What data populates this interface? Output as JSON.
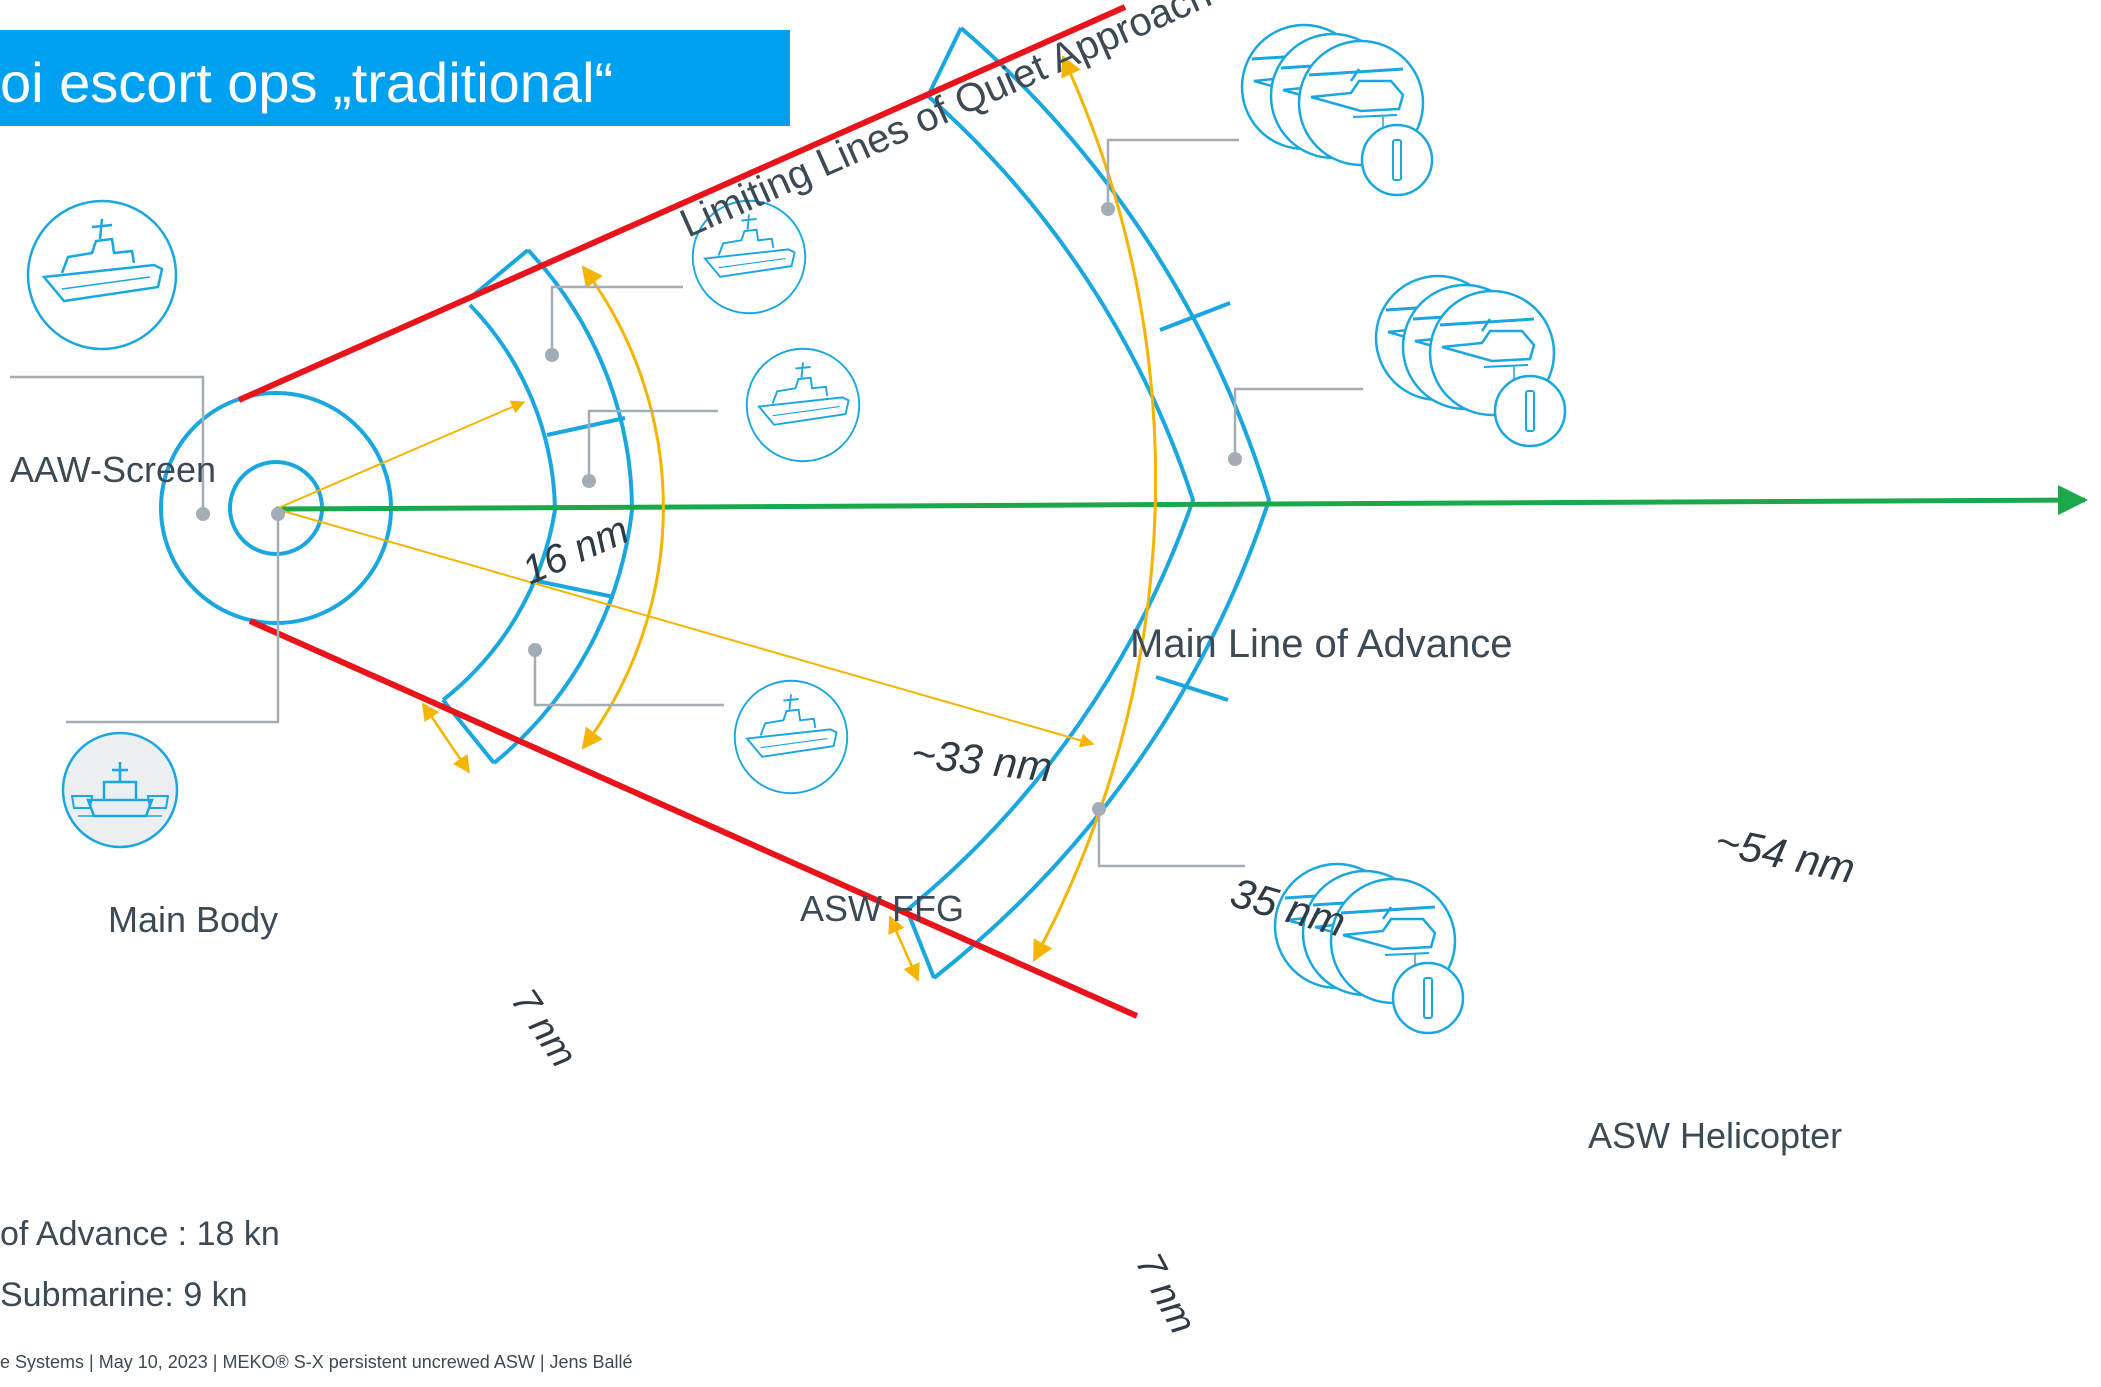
{
  "title": "oi escort ops „traditional“",
  "labels": {
    "limiting_lines": "Limiting Lines of Quiet Approach",
    "aaw_screen": "AAW-Screen",
    "main_body": "Main Body",
    "main_line": "Main Line of Advance",
    "asw_ffg": "ASW FFG",
    "asw_helicopter": "ASW Helicopter"
  },
  "measures": {
    "r16": "16 nm",
    "r33": "~33 nm",
    "r35": "35 nm",
    "r54": "~54 nm",
    "w7_inner": "7 nm",
    "w7_outer": "7 nm"
  },
  "speeds": {
    "advance": "of Advance : 18 kn",
    "submarine": "Submarine:  9 kn"
  },
  "footer": "e Systems  |  May 10, 2023  |  MEKO® S-X persistent uncrewed ASW  |  Jens Ballé",
  "colors": {
    "accent_blue": "#1aa7e0",
    "limit_red": "#e8141c",
    "advance_green": "#1aa84a",
    "range_yellow": "#f5b400",
    "leader_gray": "#a3adb5",
    "title_bg": "#00a0f0"
  },
  "icons": {
    "aaw_ship": "frigate-icon",
    "main_body_convoy": "convoy-ships-icon",
    "ffg_ship": "frigate-icon",
    "helicopter": "helicopter-icon",
    "sonobuoy": "sonobuoy-icon"
  }
}
